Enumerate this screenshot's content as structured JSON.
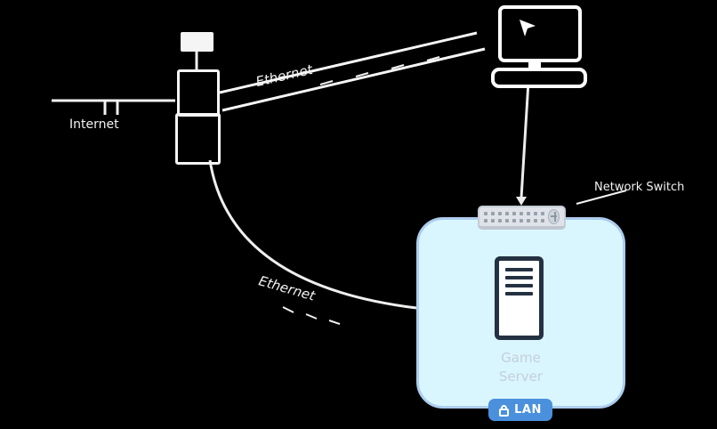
{
  "colors": {
    "background": "#000000",
    "line": "#f2f2f2",
    "lan_zone_fill": "#d9f6fe",
    "lan_zone_border": "#accdee",
    "switch_fill": "#dfe3e9",
    "switch_border": "#c6ccd4",
    "server_stroke": "#243142",
    "badge_blue": "#4a90dd",
    "caption_gray": "#c5cfd8"
  },
  "labels": {
    "internet": "Internet",
    "cable_top": "Ethernet",
    "cable_curve": "Ethernet",
    "switch": "Network Switch",
    "server_line1": "Game",
    "server_line2": "Server",
    "lan": "LAN"
  }
}
